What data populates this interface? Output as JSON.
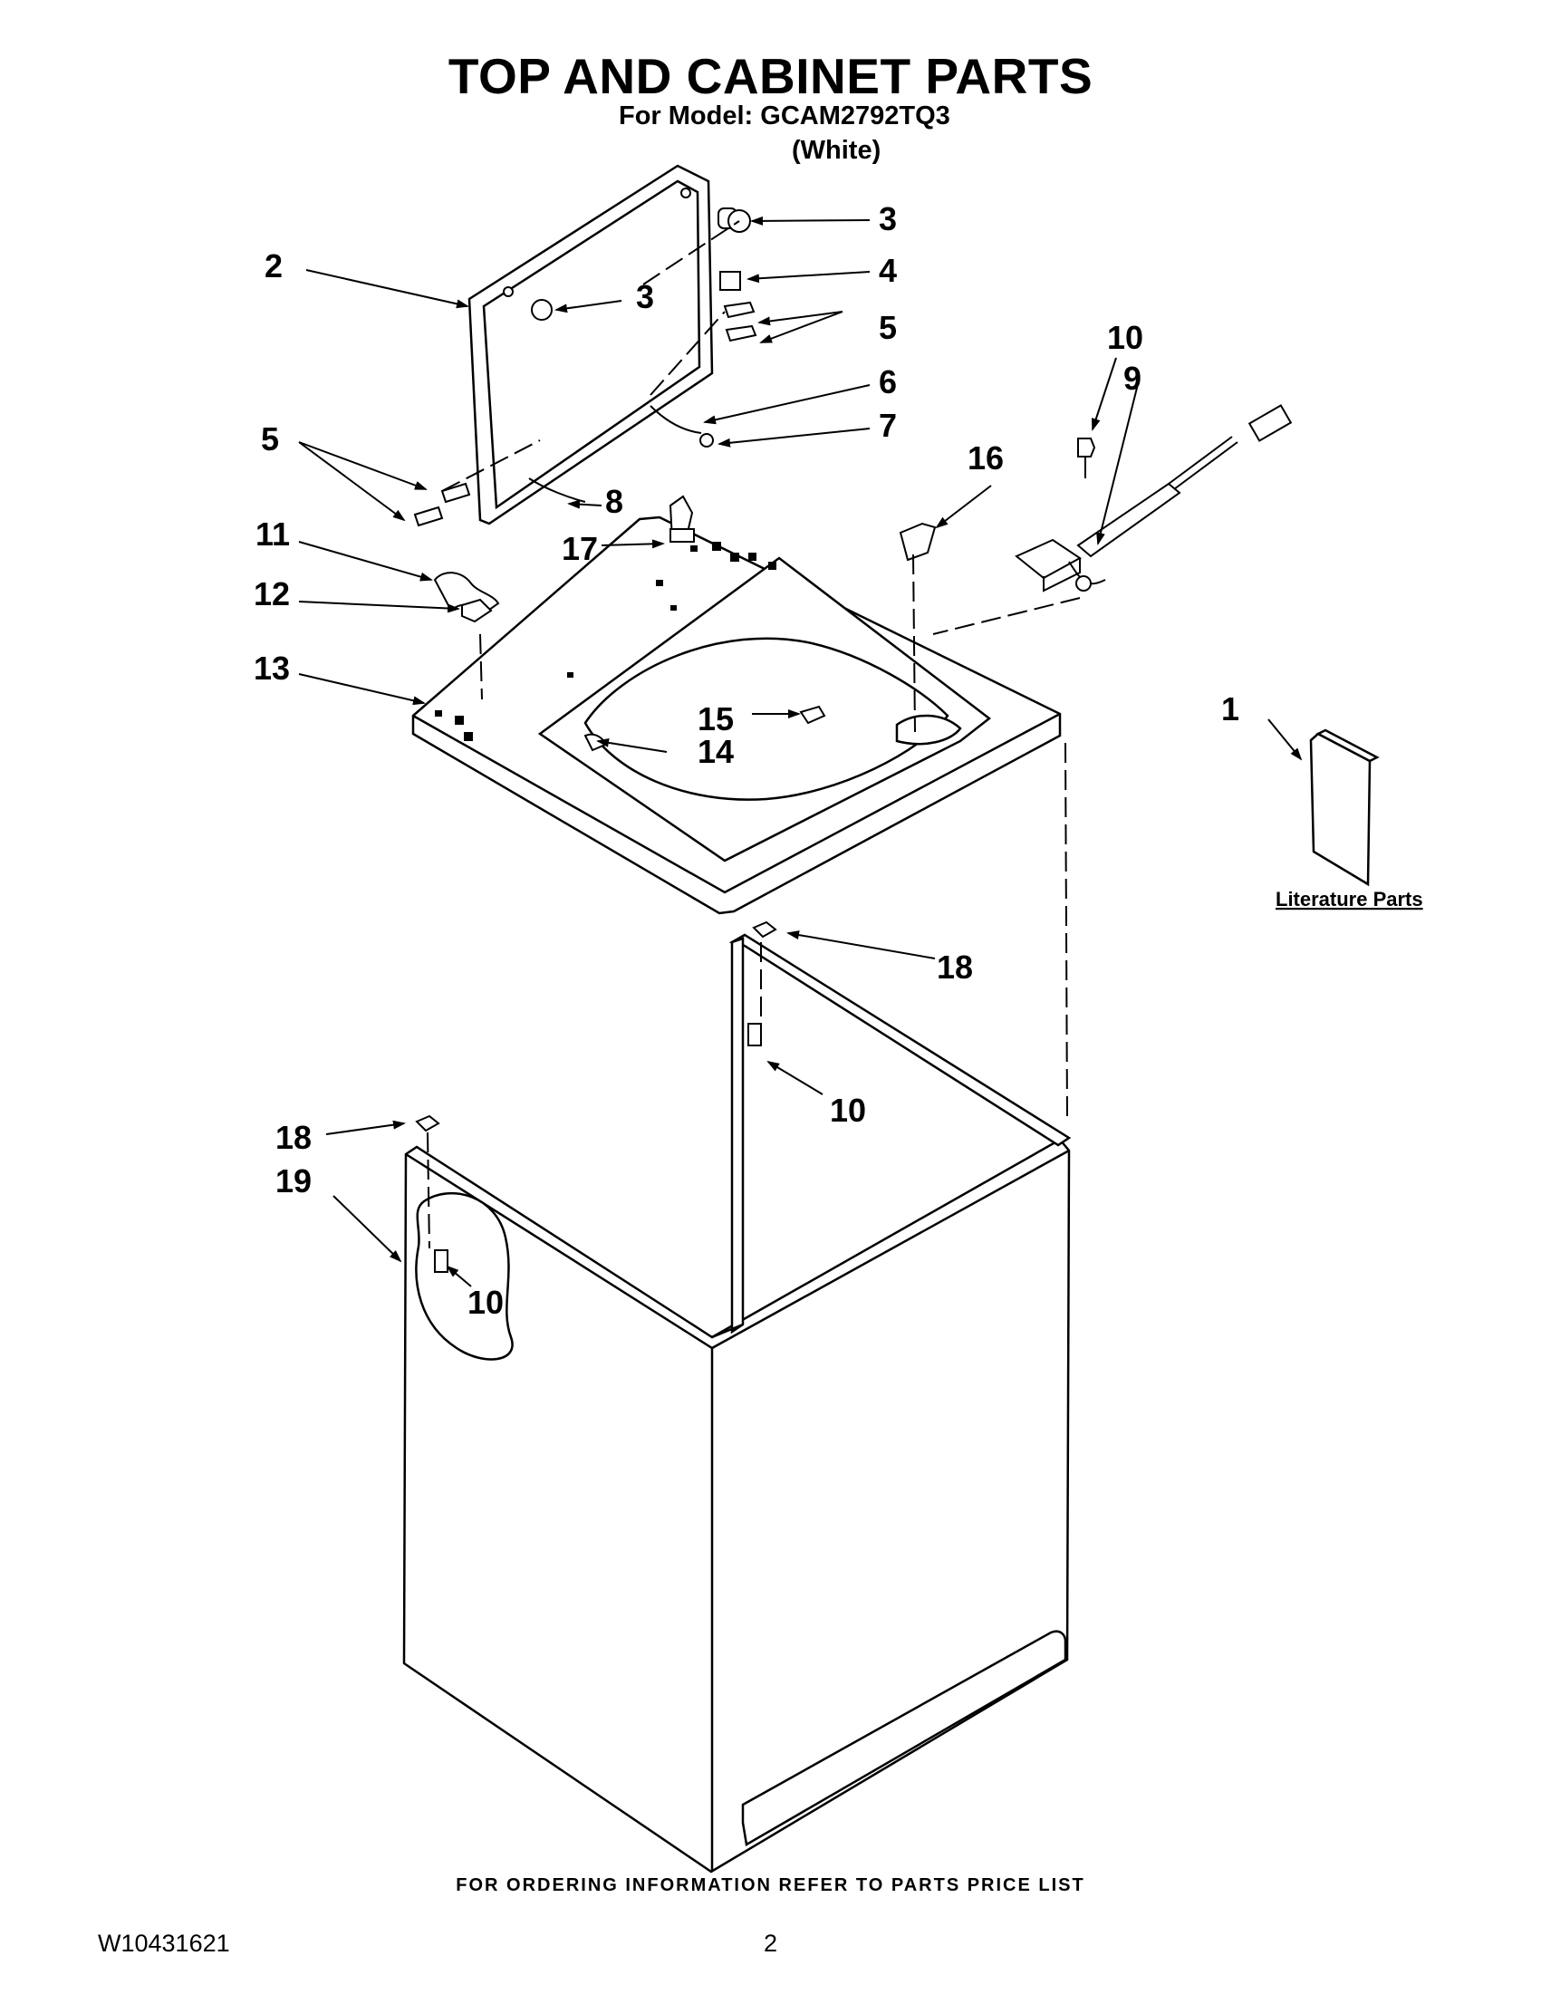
{
  "title": "TOP AND CABINET PARTS",
  "model_line": "For Model: GCAM2792TQ3",
  "color_line": "(White)",
  "literature_label": "Literature Parts",
  "callouts": {
    "c1": "1",
    "c2": "2",
    "c3a": "3",
    "c3b": "3",
    "c4": "4",
    "c5a": "5",
    "c5b": "5",
    "c6": "6",
    "c7": "7",
    "c8": "8",
    "c9": "9",
    "c10a": "10",
    "c10b": "10",
    "c10c": "10",
    "c11": "11",
    "c12": "12",
    "c13": "13",
    "c14": "14",
    "c15": "15",
    "c16": "16",
    "c17": "17",
    "c18a": "18",
    "c18b": "18",
    "c19": "19"
  },
  "footer": "FOR ORDERING INFORMATION REFER TO PARTS PRICE LIST",
  "doc_number": "W10431621",
  "page_number": "2"
}
